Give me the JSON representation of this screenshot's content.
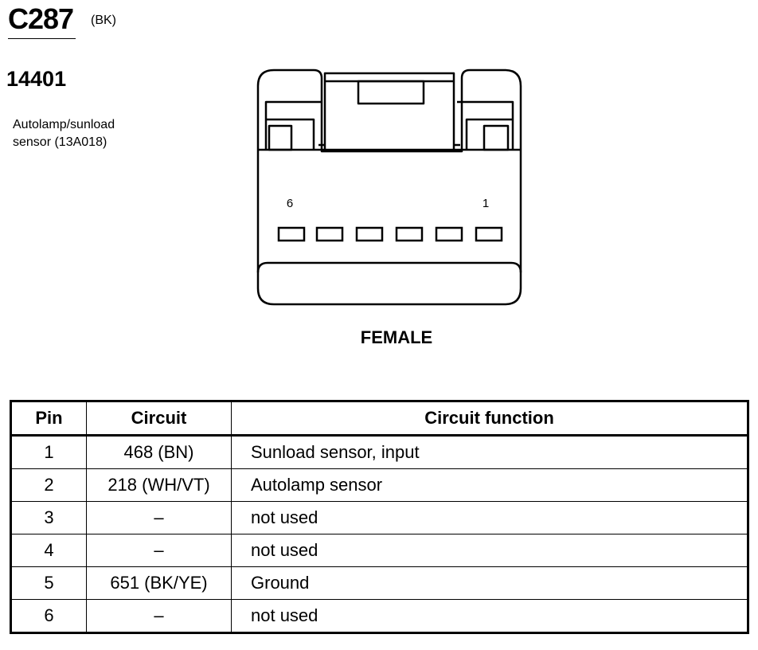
{
  "connector": {
    "id": "C287",
    "color": "(BK)",
    "part_number": "14401",
    "description": "Autolamp/sunload\nsensor (13A018)",
    "gender": "FEMALE",
    "pin_label_left": "6",
    "pin_label_right": "1"
  },
  "table": {
    "headers": {
      "pin": "Pin",
      "circuit": "Circuit",
      "function": "Circuit function"
    },
    "rows": [
      {
        "pin": "1",
        "circuit": "468 (BN)",
        "function": "Sunload sensor, input"
      },
      {
        "pin": "2",
        "circuit": "218 (WH/VT)",
        "function": "Autolamp sensor"
      },
      {
        "pin": "3",
        "circuit": "–",
        "function": "not used"
      },
      {
        "pin": "4",
        "circuit": "–",
        "function": "not used"
      },
      {
        "pin": "5",
        "circuit": "651 (BK/YE)",
        "function": "Ground"
      },
      {
        "pin": "6",
        "circuit": "–",
        "function": "not used"
      }
    ]
  }
}
